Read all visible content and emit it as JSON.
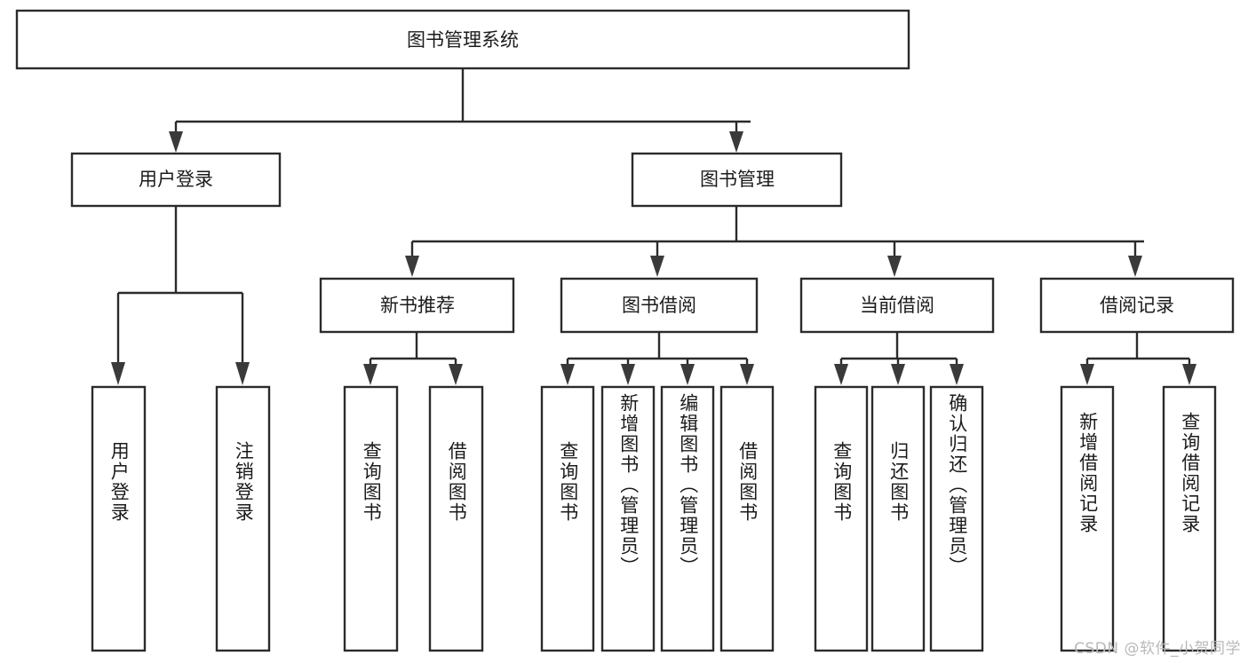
{
  "diagram": {
    "type": "tree",
    "title": "图书管理系统",
    "watermark": "CSDN @软件_小贺同学",
    "colors": {
      "box_stroke": "#2b2b2b",
      "box_fill": "#ffffff",
      "text": "#1b1b1b",
      "connector": "#2b2b2b",
      "watermark": "#b9b9b9",
      "background": "#ffffff"
    },
    "nodes": {
      "root": {
        "label": "图书管理系统",
        "orientation": "horizontal"
      },
      "level2": [
        {
          "label": "用户登录",
          "orientation": "horizontal"
        },
        {
          "label": "图书管理",
          "orientation": "horizontal"
        }
      ],
      "level3": [
        {
          "label": "新书推荐",
          "orientation": "horizontal"
        },
        {
          "label": "图书借阅",
          "orientation": "horizontal"
        },
        {
          "label": "当前借阅",
          "orientation": "horizontal"
        },
        {
          "label": "借阅记录",
          "orientation": "horizontal"
        }
      ],
      "leaves": {
        "user_login": [
          {
            "label": "用户登录",
            "orientation": "vertical"
          },
          {
            "label": "注销登录",
            "orientation": "vertical"
          }
        ],
        "new_book_rec": [
          {
            "label": "查询图书",
            "orientation": "vertical"
          },
          {
            "label": "借阅图书",
            "orientation": "vertical"
          }
        ],
        "book_borrow": [
          {
            "label": "查询图书",
            "orientation": "vertical"
          },
          {
            "label": "新增图书（管理员）",
            "orientation": "vertical"
          },
          {
            "label": "编辑图书（管理员）",
            "orientation": "vertical"
          },
          {
            "label": "借阅图书",
            "orientation": "vertical"
          }
        ],
        "current_borrow": [
          {
            "label": "查询图书",
            "orientation": "vertical"
          },
          {
            "label": "归还图书",
            "orientation": "vertical"
          },
          {
            "label": "确认归还（管理员）",
            "orientation": "vertical"
          }
        ],
        "borrow_record": [
          {
            "label": "新增借阅记录",
            "orientation": "vertical"
          },
          {
            "label": "查询借阅记录",
            "orientation": "vertical"
          }
        ]
      }
    }
  }
}
